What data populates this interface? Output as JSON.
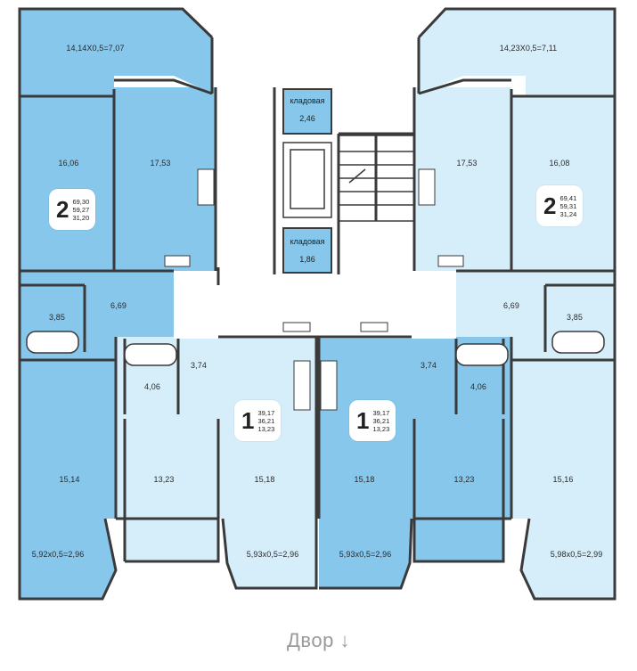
{
  "apartments": [
    {
      "rooms": "2",
      "total": "69,30",
      "living": "59,27",
      "kitchen": "31,20"
    },
    {
      "rooms": "2",
      "total": "69,41",
      "living": "59,31",
      "kitchen": "31,24"
    },
    {
      "rooms": "1",
      "total": "39,17",
      "living": "36,21",
      "kitchen": "13,23"
    },
    {
      "rooms": "1",
      "total": "39,17",
      "living": "36,21",
      "kitchen": "13,23"
    }
  ],
  "storage": [
    {
      "label": "кладовая",
      "area": "2,46"
    },
    {
      "label": "кладовая",
      "area": "1,86"
    }
  ],
  "room_areas": {
    "balcony_top_left": "14,14X0,5=7,07",
    "balcony_top_right": "14,23X0,5=7,11",
    "a2l_room": "16,06",
    "a2l_kitchen": "17,53",
    "a2r_kitchen": "17,53",
    "a2r_room": "16,08",
    "a2l_bath": "3,85",
    "a2l_hall": "6,69",
    "a2r_hall": "6,69",
    "a2r_bath": "3,85",
    "a1l_hall": "3,74",
    "a1r_hall": "3,74",
    "a1l_bath": "4,06",
    "a1r_bath": "4,06",
    "left_room_bottom": "15,14",
    "a1l_room": "13,23",
    "a1l_kitchen": "15,18",
    "a1r_kitchen": "15,18",
    "a1r_room": "13,23",
    "right_room_bottom": "15,16",
    "loggia_1": "5,92x0,5=2,96",
    "loggia_2": "5,93x0,5=2,96",
    "loggia_3": "5,93x0,5=2,96",
    "loggia_4": "5,98x0,5=2,99"
  },
  "yard": "Двор ↓",
  "colors": {
    "mid_blue": "#87c7ec",
    "light_blue": "#d6eefa",
    "dark_blue": "#8ecbee",
    "wall": "#3a3a3a"
  }
}
